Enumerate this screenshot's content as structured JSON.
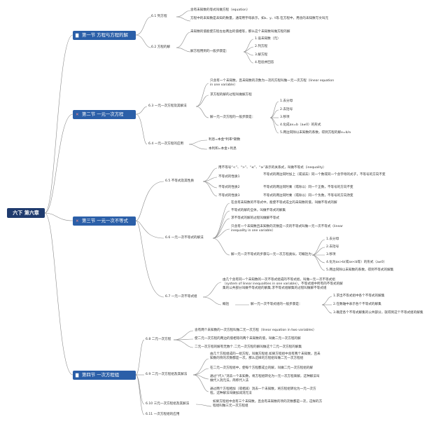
{
  "root": "六下 第六章",
  "sections": [
    {
      "title": "第一节 方程与方程的解",
      "icon": "book-icon",
      "topics": [
        {
          "label": "6.1 列方程",
          "items": [
            "含有未知数的等式叫做方程（equation）",
            "方程中的未知数是未知的数量，通常用字母表示，如x、y、t等.在方程中，用含的未知数写文叫元"
          ]
        },
        {
          "label": "6.2 方程的解",
          "items": [
            "未知数的值能使方程左右两边的值相等，那么这个未知数叫做方程的解",
            "解方程用到的一般步骤是："
          ],
          "steps": [
            "1.设未知数（元）",
            "2.列方程",
            "3.解方程",
            "4.检验并回答"
          ]
        }
      ]
    },
    {
      "title": "第二节 一元一次方程",
      "icon": "tools-icon",
      "topics": [
        {
          "label": "6.3 一元一次方程及其解法",
          "items": [
            "只含有一个未知数，且未知数的次数为一次的方程叫做一元一次方程（linear equation in one variable）",
            "求方程的解的过程叫做解方程",
            "解一元一次方程的一般步骤是："
          ],
          "steps": [
            "1.去分母",
            "2.去括号",
            "3.移项",
            "4.化成ax=b（a≠0）的形式",
            "5.两边同除以未知数的系数，得到方程的解x=b/a"
          ]
        },
        {
          "label": "6.4 一元一次方程的应用",
          "items": [
            "利息=本金*利率*期数",
            "本利和=本金+利息"
          ]
        }
      ]
    },
    {
      "title": "第三节 一元一次不等式（组）",
      "icon": "tools-icon",
      "topics": [
        {
          "label": "6.5 不等式及其性质",
          "items": [
            "用不等号“<”、“>”、“≤”、“≥”表示的关系式，叫做不等式（inequality）"
          ],
          "properties": [
            {
              "name": "不等式的性质1",
              "text": "不等式的两边同时加上（或减去）同一个数或同一个含字母的式子，不等号的方向不变"
            },
            {
              "name": "不等式的性质2",
              "text": "不等式的两边同时乘（或除以）同一个正数，不等号的方向不变"
            },
            {
              "name": "不等式的性质3",
              "text": "不等式的两边同时乘（或除以）同一个负数，不等号的方向改变"
            }
          ]
        },
        {
          "label": "6.6 一元一次不等式的解法",
          "items": [
            "在含有未知数的不等式中，能使不等式成立的未知数的值，叫做不等式的解",
            "不等式的解的全体，叫做不等式的解集",
            "求不等式的解的过程叫做解不等式",
            "只含有一个未知数且未知数的次数是一次的不等式叫做一元一次不等式（linear inequality in one variable）",
            "解一元一次不等式的步骤与一元一次方程类似，可概括为："
          ],
          "steps": [
            "1.去分母",
            "2.去括号",
            "3.移项",
            "4.化为ax>b(或ax<b等）的形式（a≠0）",
            "5.两边同除以未知数的系数，得到不等式的解集"
          ]
        },
        {
          "label": "6.7 一元一次不等式组",
          "items": [
            "由几个含有同一个未知数的一次不等式组成的不等式组，叫做一元一次不等式组（system of linear inequalities in one variable），不等式组中所有的不等式的解集的公共部分叫做不等式组的解集.求不等式组解集的过程叫做解不等式组",
            "概括",
            "解一元一次不等式组的一般步骤是："
          ],
          "steps": [
            "1.求出不等式组中各个不等式的解集",
            "2.在数轴中表示各个不等式的解集",
            "3.确定各个不等式解集的公共部分，就得到这个不等式组的解集"
          ]
        }
      ]
    },
    {
      "title": "第四节 一次方程组",
      "icon": "book-icon",
      "topics": [
        {
          "label": "6.8 二元一次方程",
          "items": [
            "含有两个未知数的一次方程叫做二元一次方程（linear equation in two variables）",
            "使二元一次方程的两边的值相等的两个未知数的值，叫做二元一次方程的解",
            "二元一次方程的解有无数个.二元一次方程的解叫做这个二元一次方程的解集"
          ]
        },
        {
          "label": "6.9 二元一次方程组及其解法",
          "items": [
            "由几个方程组成的一组方程，叫做方程组.如果方程组中含有两个未知数，且未知数的项的次数都是一次，那么这样的方程组叫做二元一次方程组",
            "在二元一次方程组中，使每个方程都成立的解，叫做二元一次方程组的解",
            "通过“代入”消去一个未知数，将方程组转化为一元一次方程来解，这种解法叫做代入消元法，简称代入法",
            "通过两个方程相加（或相减）消去一个未知数，将方程组转化为一元一次方程，这种解法叫做加减消元法"
          ]
        },
        {
          "label": "6.10 三元一次方程组及其解法",
          "items": [
            "如果方程组中含有三个未知数，且含有未知数的项的次数都是一次，这样的方程组叫做三元一次方程组"
          ]
        },
        {
          "label": "6.11 一次方程组的应用",
          "items": []
        }
      ]
    }
  ]
}
